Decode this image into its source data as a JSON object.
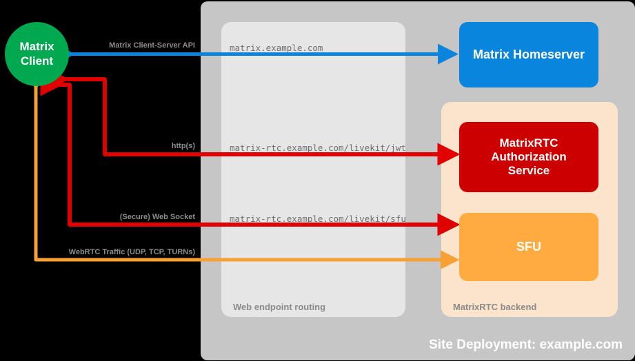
{
  "diagram": {
    "title": "Site Deployment: example.com",
    "background_color": "#000000",
    "panels": {
      "site": {
        "caption": "Site Deployment: example.com",
        "color": "#c6c6c6"
      },
      "routing": {
        "caption": "Web endpoint routing",
        "color": "#e6e6e6"
      },
      "backend": {
        "caption": "MatrixRTC backend",
        "color": "#fce3cb"
      }
    },
    "nodes": {
      "client": {
        "label_line1": "Matrix",
        "label_line2": "Client",
        "color": "#00a94f"
      },
      "homeserver": {
        "label": "Matrix Homeserver",
        "color": "#0a85dd"
      },
      "auth": {
        "label_line1": "MatrixRTC",
        "label_line2": "Authorization",
        "label_line3": "Service",
        "color": "#cc0000"
      },
      "sfu": {
        "label": "SFU",
        "color": "#ffab40"
      }
    },
    "endpoints": [
      {
        "text": "matrix.example.com"
      },
      {
        "text": "matrix-rtc.example.com/livekit/jwt"
      },
      {
        "text": "matrix-rtc.example.com/livekit/sfu"
      }
    ],
    "connections": [
      {
        "label": "Matrix Client-Server API",
        "color": "#0a85dd",
        "endpoint": "matrix.example.com"
      },
      {
        "label": "http(s)",
        "color": "#e00000",
        "endpoint": "matrix-rtc.example.com/livekit/jwt"
      },
      {
        "label": "(Secure) Web Socket",
        "color": "#e00000",
        "endpoint": "matrix-rtc.example.com/livekit/sfu"
      },
      {
        "label": "WebRTC Traffic (UDP, TCP, TURNs)",
        "color": "#f8a033",
        "endpoint": ""
      }
    ]
  }
}
